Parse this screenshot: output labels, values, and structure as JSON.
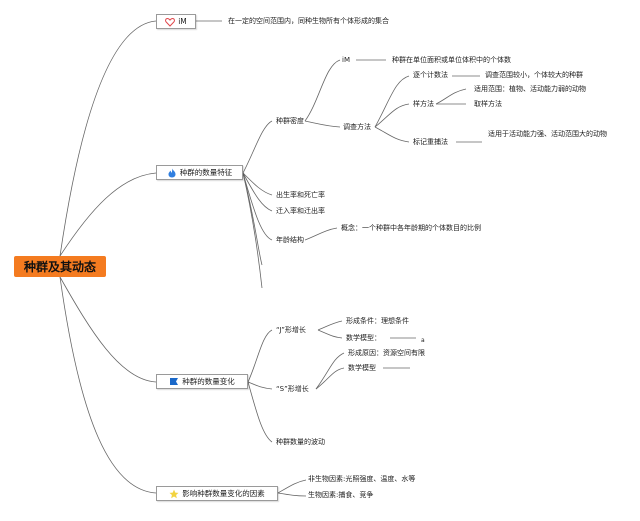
{
  "root": {
    "label": "种群及其动态"
  },
  "branches": {
    "b1": {
      "label": "iM",
      "icon": "heart-icon",
      "definition": "在一定的空间范围内，同种生物所有个体形成的集合"
    },
    "b2": {
      "label": "种群的数量特征",
      "icon": "flame-icon",
      "density": {
        "label": "种群密度",
        "im": {
          "label": "iM",
          "definition": "种群在单位面积或单位体积中的个体数"
        },
        "survey": {
          "label": "调查方法",
          "count": {
            "label": "逐个计数法",
            "note": "调查范围较小，个体较大的种群"
          },
          "quadrat": {
            "label": "样方法",
            "scope": "适用范围：植物、活动能力弱的动物",
            "sampling": "取样方法"
          },
          "mark": {
            "label": "标记重捕法",
            "scope": "适用于活动能力强、活动范围大的动物"
          }
        }
      },
      "birth_death": "出生率和死亡率",
      "migration": "迁入率和迁出率",
      "age": {
        "label": "年龄结构",
        "concept": "概念：一个种群中各年龄期的个体数目的比例"
      }
    },
    "b3": {
      "label": "种群的数量变化",
      "icon": "flag-icon",
      "j": {
        "label": "“J”形增长",
        "condition": "形成条件：理想条件",
        "model": "数学模型：",
        "model_suffix": "a"
      },
      "s": {
        "label": "“S”形增长",
        "cause": "形成原因：资源空间有限",
        "model": "数学模型"
      },
      "fluctuation": "种群数量的波动"
    },
    "b4": {
      "label": "影响种群数量变化的因素",
      "icon": "star-icon",
      "abiotic": "非生物因素:光照强度、温度、水等",
      "biotic": "生物因素:捕食、竞争"
    }
  },
  "colors": {
    "root_fill": "#f47b20",
    "line": "#666666",
    "heart": "#e0474c",
    "flame": "#2f7ee0",
    "flag": "#1a68c9",
    "star": "#f2d340"
  }
}
